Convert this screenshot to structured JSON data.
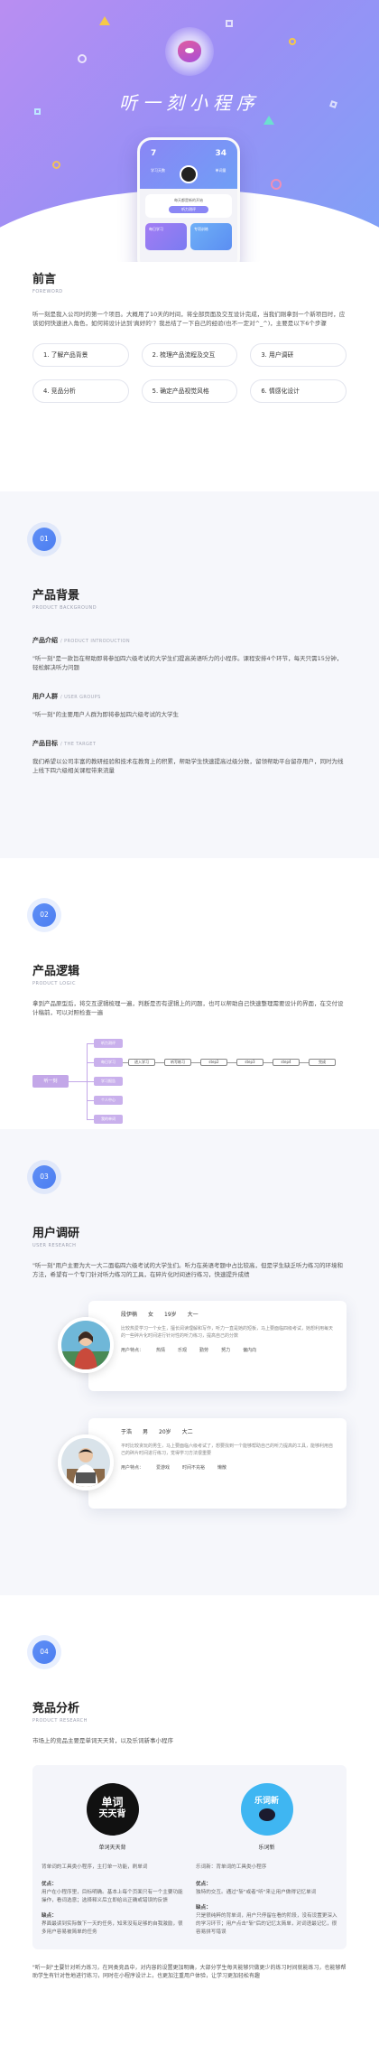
{
  "hero": {
    "title": "听一刻小程序",
    "phone": {
      "stat_left_value": "7",
      "stat_left_label": "学习天数",
      "stat_right_value": "34",
      "stat_right_label": "单词量",
      "card_text": "每天都是新的开始",
      "card_button": "听力测评",
      "tile_left": "每日学习",
      "tile_right": "专项训练"
    }
  },
  "foreword": {
    "title": "前言",
    "sub": "FOREWORD",
    "text": "听一刻是我入公司时的第一个项目。大概用了10天的时间，将全部页面及交互设计完成，当我们刚拿到一个新项目时，应该如何快速进入角色，如何将设计达到'真好的'？我总结了一下自己的经验(也不一定对^_^)，主要是以下6个步骤",
    "steps": [
      "1. 了解产品背景",
      "2. 梳理产品流程及交互",
      "3. 用户调研",
      "4. 竞品分析",
      "5. 确定产品视觉风格",
      "6. 情感化设计"
    ]
  },
  "s01": {
    "badge": "01",
    "title": "产品背景",
    "sub": "PRODUCT BACKGROUND",
    "intro_h": "产品介绍",
    "intro_en": "/ PRODUCT  INTRODUCTION",
    "intro_text": "\"听一刻\"是一款旨在帮助即将参加四六级考试的大学生们提高英语听力的小程序。课程安排4个环节，每天只需15分钟，轻松解决听力问题",
    "users_h": "用户人群",
    "users_en": "/ USER  GROUPS",
    "users_text": "\"听一刻\"的主要用户人群为即将参加四六级考试的大学生",
    "target_h": "产品目标",
    "target_en": "/ THE  TARGET",
    "target_text": "我们希望以公司丰富的教研经验和技术在教育上的积累，帮助学生快速提高过级分数，留领帮助平台留存用户，同时为线上线下四六级相关课程带来流量"
  },
  "s02": {
    "badge": "02",
    "title": "产品逻辑",
    "sub": "PRODUCT LOGIC",
    "text": "拿到产品原型后，将交互逻辑梳理一遍，判断是否有逻辑上的问题，也可以帮助自己快速整理需要设计的界面，在交付设计稿前，可以对照检查一遍",
    "root": "听一刻",
    "branches": [
      "听力测评",
      "每日学习",
      "学习报告",
      "个人中心",
      "我的单词"
    ],
    "flow": [
      "进入学习",
      "听写练习",
      "step2",
      "step3",
      "step4",
      "完成"
    ]
  },
  "s03": {
    "badge": "03",
    "title": "用户调研",
    "sub": "USER RESEARCH",
    "text": "\"听一刻\"用户主要为大一大二面临四六级考试的大学生们。听力在英语考题中占比较高，但是学生缺乏听力练习的环境和方法，希望有一个专门针对听力练习的工具，在碎片化时间进行练习，快速提升成绩",
    "users": [
      {
        "name": "段伊楠",
        "gender": "女",
        "age": "19岁",
        "grade": "大一",
        "desc": "比较热爱学习一个女生，擅长阅读理解和写作，听力一直是她的短板，马上要面临四级考试，她想利用每天的一些碎片化时间进行针对性的听力练习，提高自己的分数",
        "tag_label": "用户特点：",
        "tags": [
          "热情",
          "乐观",
          "勤劳",
          "努力",
          "偏内向"
        ]
      },
      {
        "name": "于浩",
        "gender": "男",
        "age": "20岁",
        "grade": "大二",
        "desc": "平时比较贪玩的男生，马上要面临六级考试了，想要找到一个能够帮助自己的听力提高的工具，能够利用自己的碎片时间进行练习，觉得学习方法很重要",
        "tag_label": "用户特点：",
        "tags": [
          "爱游戏",
          "时间不充裕",
          "懒散"
        ]
      }
    ]
  },
  "s04": {
    "badge": "04",
    "title": "竞品分析",
    "sub": "PRODUCT RESEARCH",
    "text": "市场上的竞品主要是单词天天背，以及乐词新事小程序",
    "left": {
      "logo_line1": "单词",
      "logo_line2": "天天背",
      "name": "单词天天背",
      "desc": "背单词的工具类小程序，主打单一功能，刷单词",
      "pros_h": "优点：",
      "pros": "用户在小程序里，目标明确。基本上每个页面只有一个主要功能操作，看词选意；选择释义后立即给出正确或错误的反馈",
      "cons_h": "缺点：",
      "cons": "界面最读到实际做下一天的任务，知来没有足够的自我激励，很多用户容易被简单的任务"
    },
    "right": {
      "logo_text": "乐词新",
      "name": "乐词新",
      "desc": "乐词新：背单词的工具类小程序",
      "pros_h": "优点：",
      "pros": "独特的交互。通过\"斩\"或者\"听\"来让用户做得记忆单词",
      "cons_h": "缺点：",
      "cons": "只是很纯粹的背单词，用户只停留在看的阶段，没有设置更深入的学习环节；用户点击\"斩\"后的记忆太简单，对词语最记忆，很容易拼写错误"
    },
    "footer": "\"听一刻\"主要针对听力练习，在同类竞品中，对内容的设置更加明确，大部分学生每天能够只做更少的练习时间就能练习，也能够帮助学生有针对性地进行练习，同时在小程序设计上，也更加注重用户体验，让学习更加轻松有趣"
  }
}
